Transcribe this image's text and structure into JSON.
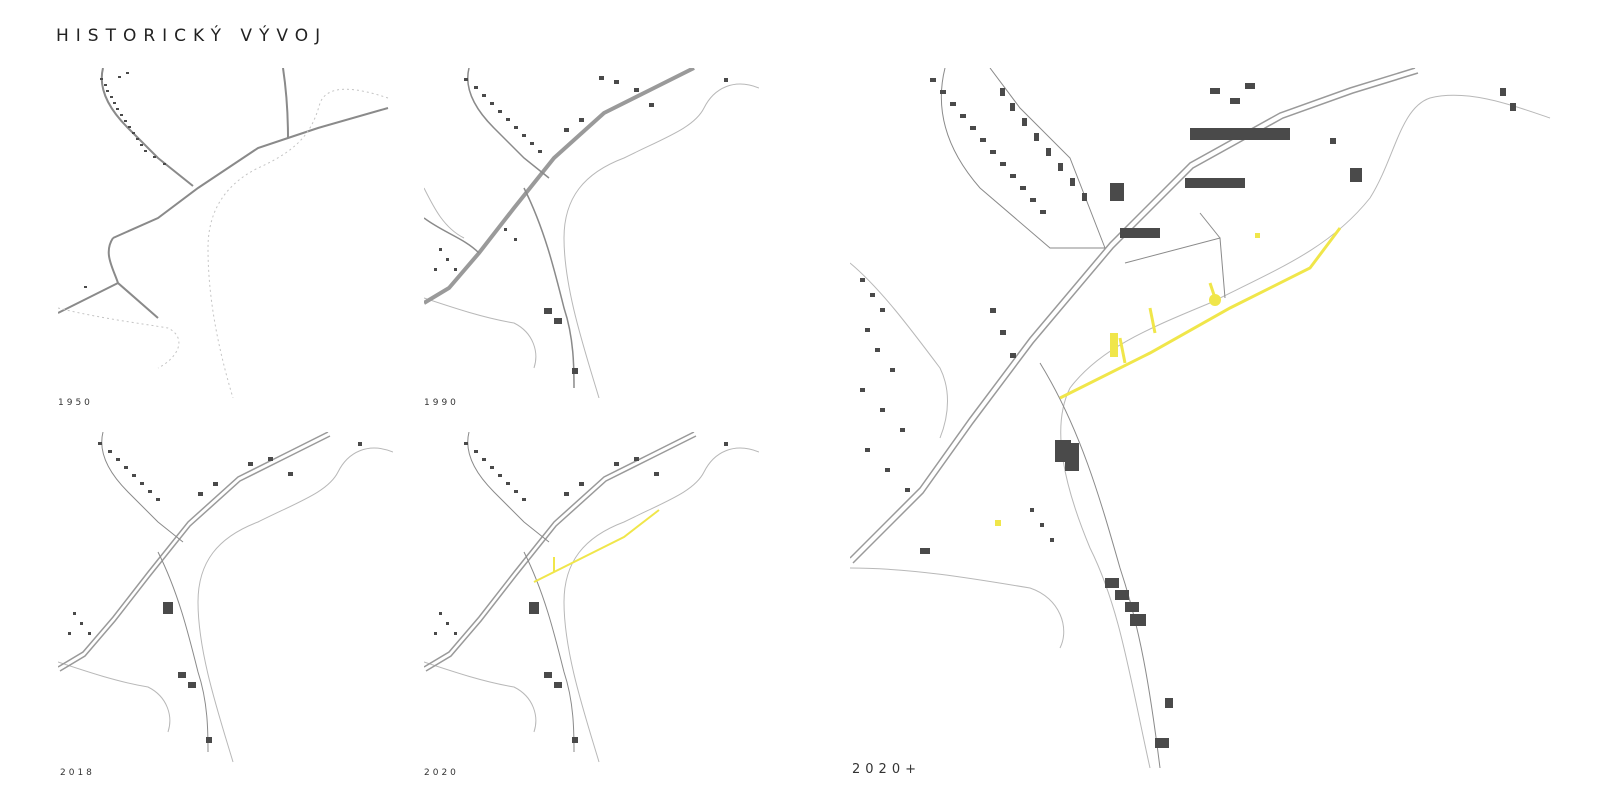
{
  "page": {
    "title": "HISTORICKÝ VÝVOJ"
  },
  "colors": {
    "road": "#8a8a8a",
    "road_main": "#9a9a9a",
    "shore": "#b8b8b8",
    "dotted_shore": "#c4c4c4",
    "building": "#4a4a4a",
    "proposal": "#f0e64a"
  },
  "panels": [
    {
      "id": "1950",
      "label": "1950"
    },
    {
      "id": "1990",
      "label": "1990"
    },
    {
      "id": "2018",
      "label": "2018"
    },
    {
      "id": "2020",
      "label": "2020"
    },
    {
      "id": "2020p",
      "label": "2020+"
    }
  ]
}
